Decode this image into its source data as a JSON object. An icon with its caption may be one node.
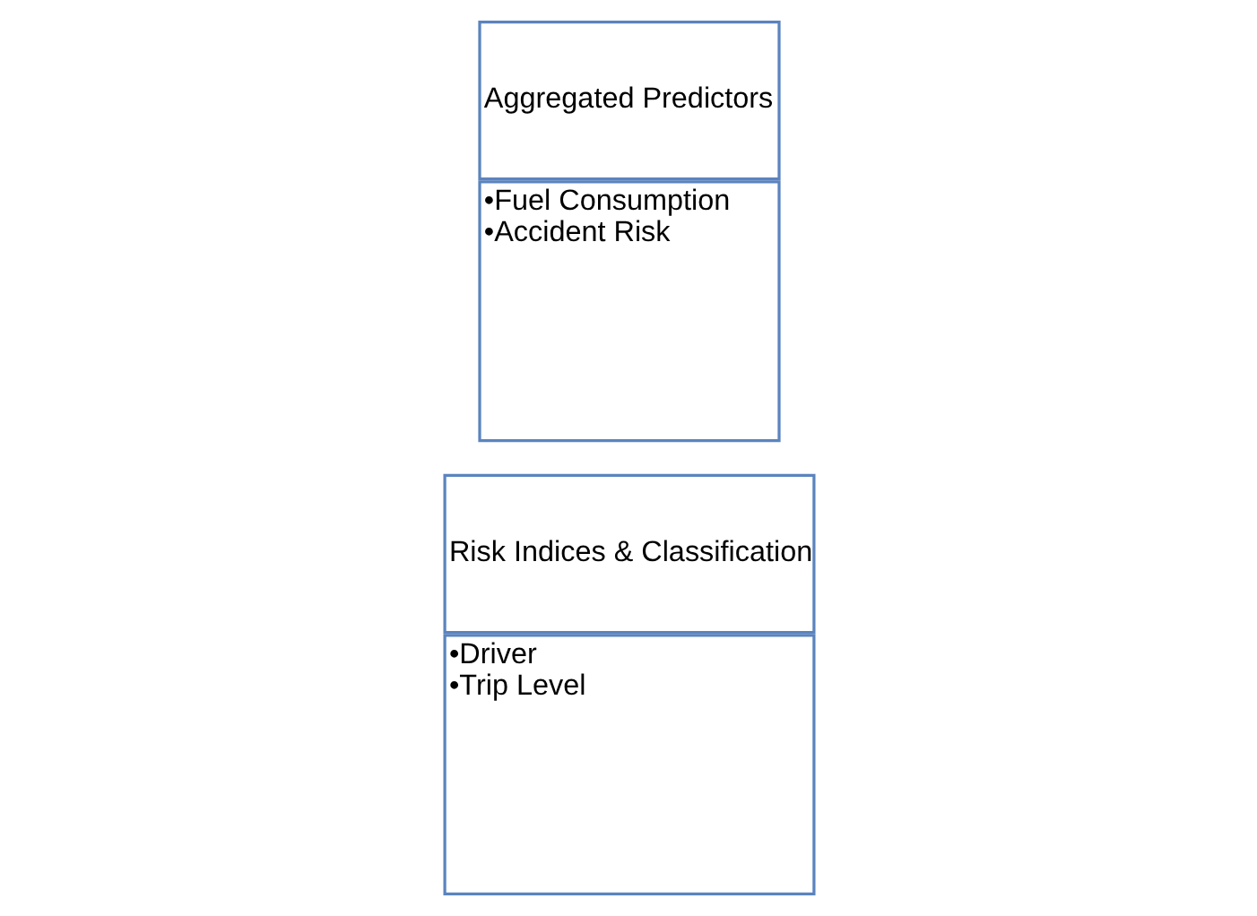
{
  "diagram": {
    "nodes": [
      {
        "text": [
          "Risk Indices & Classification",
          "•Driver",
          "•Trip Level"
        ]
      },
      {
        "text": [
          "Aggregated Predictors",
          "•Fuel Consumption",
          "•Accident Risk"
        ]
      }
    ]
  }
}
